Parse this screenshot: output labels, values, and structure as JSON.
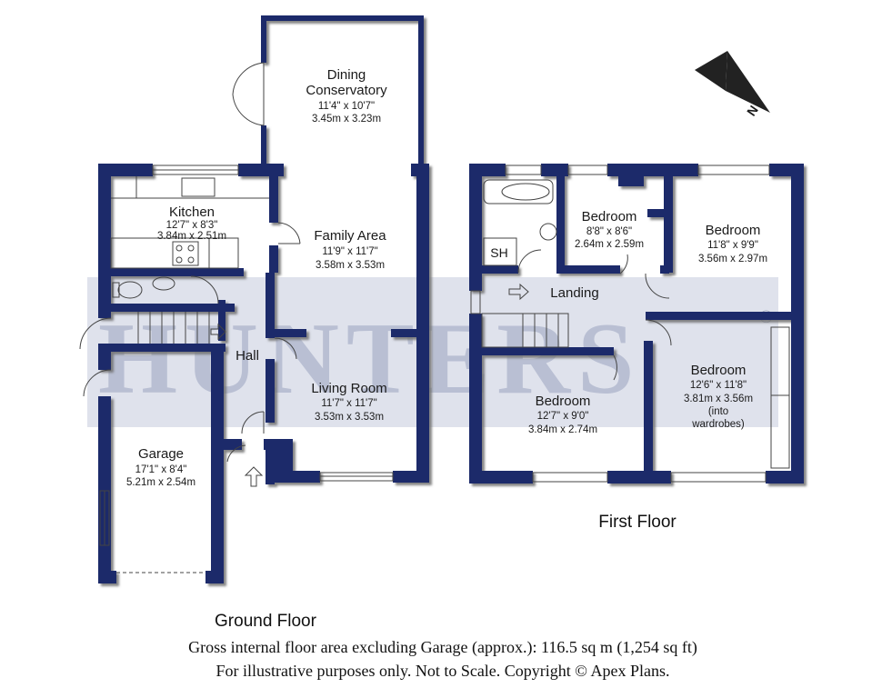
{
  "watermark": {
    "text": "HUNTERS",
    "reg": "®",
    "color": "#c8ccdc",
    "band": "#a9b0c8"
  },
  "colors": {
    "wall": "#1b2a6b",
    "wall_shadow": "#7d7d7d",
    "line": "#444444"
  },
  "compass": {
    "letter": "N"
  },
  "ground_floor": {
    "label": "Ground Floor",
    "rooms": {
      "conservatory": {
        "name1": "Dining",
        "name2": "Conservatory",
        "dim_imperial": "11'4\" x 10'7\"",
        "dim_metric": "3.45m x 3.23m"
      },
      "kitchen": {
        "name": "Kitchen",
        "dim_imperial": "12'7\" x 8'3\"",
        "dim_metric": "3.84m x 2.51m"
      },
      "family": {
        "name": "Family Area",
        "dim_imperial": "11'9\" x 11'7\"",
        "dim_metric": "3.58m x 3.53m"
      },
      "hall": {
        "name": "Hall"
      },
      "living": {
        "name": "Living Room",
        "dim_imperial": "11'7\" x 11'7\"",
        "dim_metric": "3.53m x 3.53m"
      },
      "garage": {
        "name": "Garage",
        "dim_imperial": "17'1\" x 8'4\"",
        "dim_metric": "5.21m x 2.54m"
      }
    }
  },
  "first_floor": {
    "label": "First Floor",
    "rooms": {
      "sh": {
        "name": "SH"
      },
      "bed_small": {
        "name": "Bedroom",
        "dim_imperial": "8'8\" x 8'6\"",
        "dim_metric": "2.64m x 2.59m"
      },
      "bed_right": {
        "name": "Bedroom",
        "dim_imperial": "11'8\" x 9'9\"",
        "dim_metric": "3.56m x 2.97m"
      },
      "landing": {
        "name": "Landing"
      },
      "bed_master": {
        "name": "Bedroom",
        "dim_imperial": "12'6\" x 11'8\"",
        "dim_metric": "3.81m x 3.56m",
        "note1": "(into",
        "note2": "wardrobes)"
      },
      "bed_front": {
        "name": "Bedroom",
        "dim_imperial": "12'7\" x 9'0\"",
        "dim_metric": "3.84m x 2.74m"
      }
    }
  },
  "footer": {
    "line1": "Gross internal floor area excluding Garage (approx.): 116.5 sq m (1,254 sq ft)",
    "line2": "For illustrative purposes only. Not to Scale. Copyright © Apex Plans."
  }
}
